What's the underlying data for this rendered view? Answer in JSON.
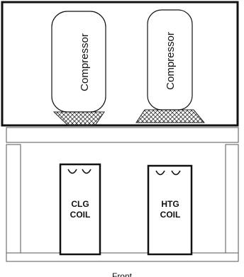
{
  "compressors": [
    {
      "label": "Compressor"
    },
    {
      "label": "Compressor"
    }
  ],
  "coils": [
    {
      "line1": "CLG",
      "line2": "COIL"
    },
    {
      "line1": "HTG",
      "line2": "COIL"
    }
  ],
  "footer_text": "Front"
}
